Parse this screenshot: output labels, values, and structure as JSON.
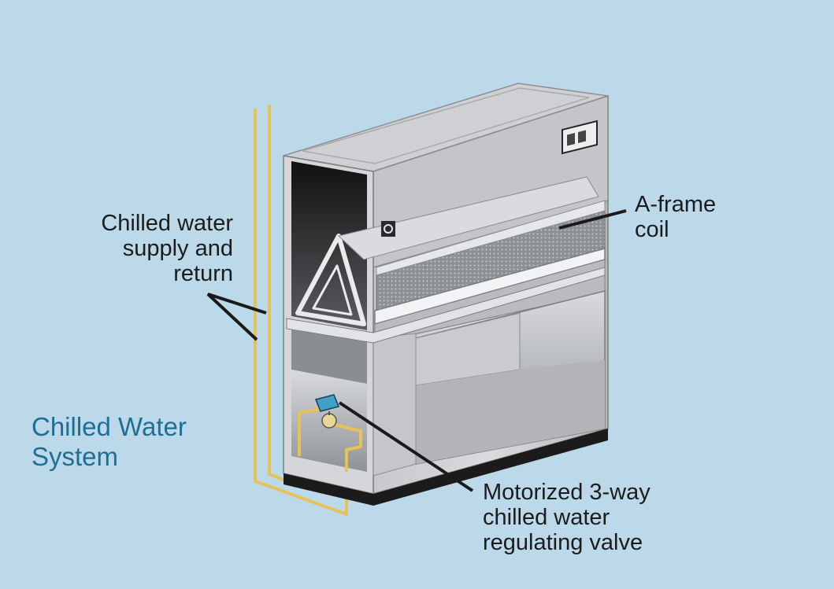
{
  "colors": {
    "background": "#bcd9ea",
    "pipe": "#e7c25a",
    "cabinet_top": "#cfd0d3",
    "cabinet_front": "#b8babd",
    "interior": "#9fa2a6",
    "valve_actuator": "#3fa0c8",
    "title": "#1f6e96",
    "leader": "#1a1a1a"
  },
  "labels": {
    "supply_return": [
      "Chilled water",
      "supply and",
      "return"
    ],
    "coil": [
      "A-frame",
      "coil"
    ],
    "valve": [
      "Motorized 3-way",
      "chilled water",
      "regulating valve"
    ],
    "title": [
      "Chilled Water",
      "System"
    ]
  },
  "icons": {
    "panel_switch": "control-panel-icon",
    "door_latch": "latch-icon",
    "valve": "three-way-valve-icon"
  }
}
